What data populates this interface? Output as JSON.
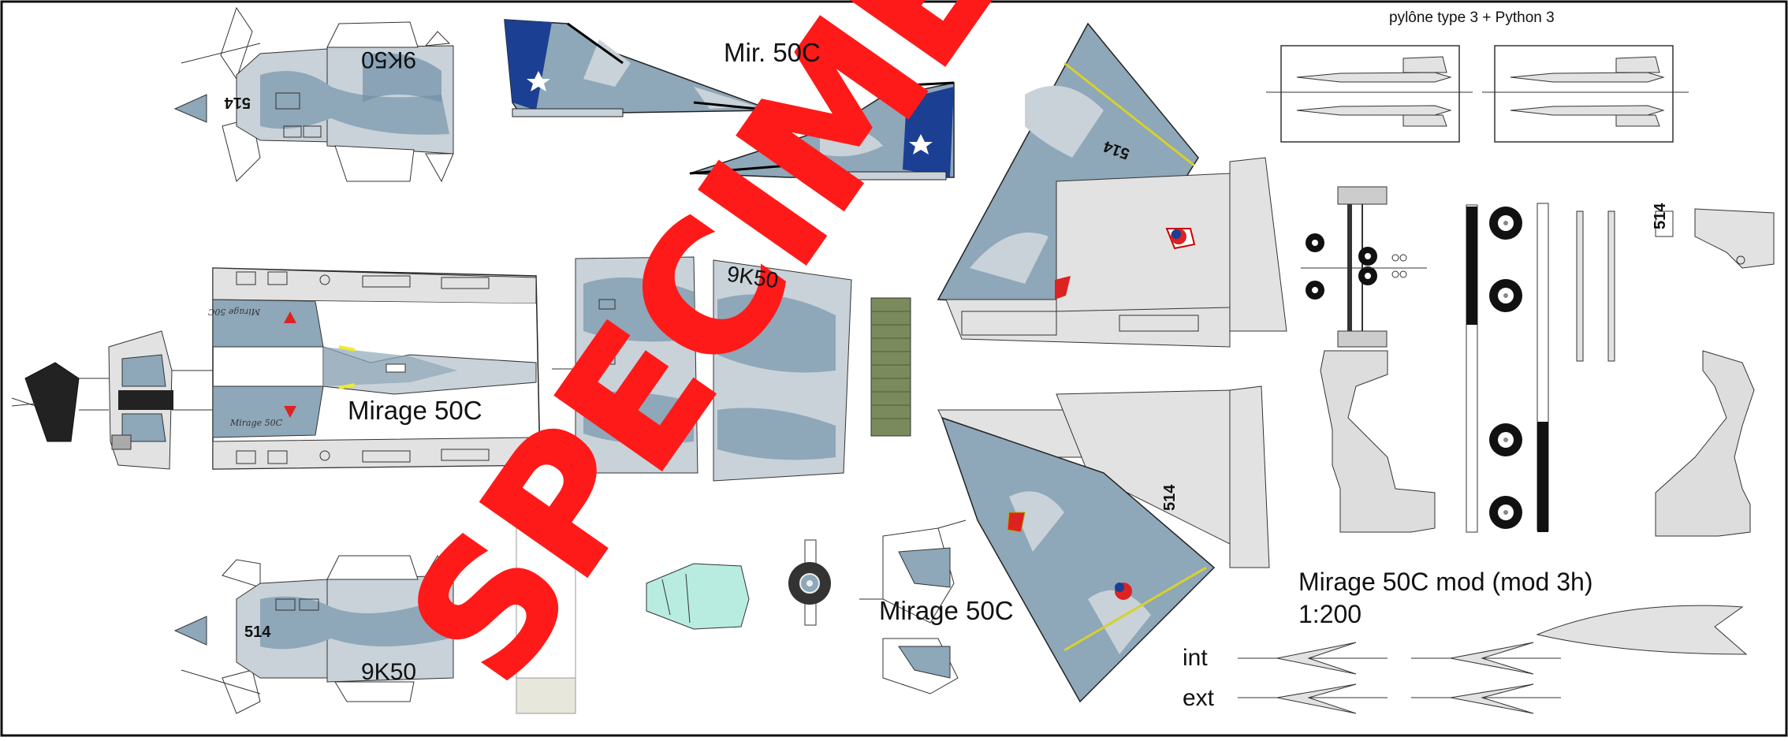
{
  "sheet": {
    "pylon_title": "pylône type 3 + Python 3",
    "mir_label": "Mir. 50C",
    "mirage_label_fuselage": "Mirage 50C",
    "mirage_label_small": "Mirage 50C",
    "model_title": "Mirage 50C mod (mod 3h)",
    "scale": "1:200",
    "label_int": "int",
    "label_ext": "ext",
    "serial_top": "9K50",
    "serial_mid": "9K50",
    "serial_bottom": "9K50",
    "tail_number": "514",
    "watermark": "SPECIMEN",
    "script_name": "Mirage 50C"
  },
  "colors": {
    "camo_light": "#c8d2d8",
    "camo_mid": "#8ea7b9",
    "camo_dark": "#6f8ea8",
    "panel_grey": "#e2e2e2",
    "chile_blue": "#1b3f93",
    "watermark_red": "#ff1a1a",
    "olive": "#7a8a5c",
    "canopy_cyan": "#b8ece0"
  }
}
